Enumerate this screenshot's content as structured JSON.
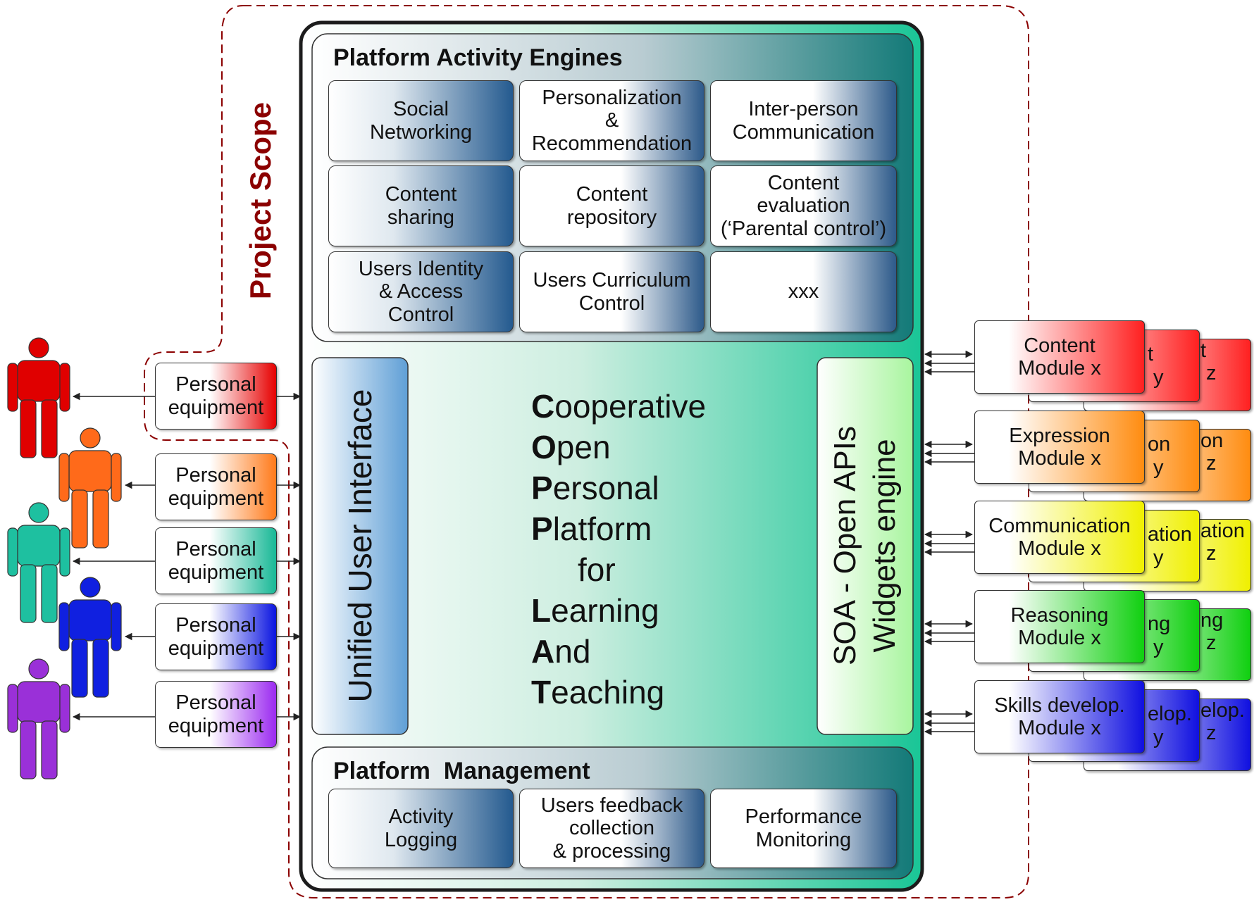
{
  "scope_label": "Project Scope",
  "activity_engines": {
    "title": "Platform Activity Engines",
    "items": [
      "Social\nNetworking",
      "Personalization\n&\nRecommendation",
      "Inter-person\nCommunication",
      "Content\nsharing",
      "Content\nrepository",
      "Content\nevaluation\n(‘Parental control’)",
      "Users Identity\n& Access\nControl",
      "Users Curriculum\nControl",
      "xxx"
    ]
  },
  "unified_ui": "Unified User Interface",
  "acronym": [
    {
      "initial": "C",
      "rest": "ooperative"
    },
    {
      "initial": "O",
      "rest": "pen"
    },
    {
      "initial": "P",
      "rest": "ersonal"
    },
    {
      "initial": "P",
      "rest": "latform"
    },
    {
      "initial": "",
      "rest": "for"
    },
    {
      "initial": "L",
      "rest": "earning"
    },
    {
      "initial": "A",
      "rest": "nd"
    },
    {
      "initial": "T",
      "rest": "eaching"
    }
  ],
  "soa": {
    "line1": "SOA - Open APIs",
    "line2": "Widgets engine"
  },
  "management": {
    "title": "Platform  Management",
    "items": [
      "Activity\nLogging",
      "Users feedback\ncollection\n& processing",
      "Performance\nMonitoring"
    ]
  },
  "equipment": [
    {
      "label": "Personal\nequipment",
      "color": "#e60000"
    },
    {
      "label": "Personal\nequipment",
      "color": "#ff7a1a"
    },
    {
      "label": "Personal\nequipment",
      "color": "#18b896"
    },
    {
      "label": "Personal\nequipment",
      "color": "#0a14e0"
    },
    {
      "label": "Personal\nequipment",
      "color": "#9b2af0"
    }
  ],
  "modules": [
    {
      "name": "Content",
      "x_label": "Module x",
      "y_frag": "t",
      "z_frag": "t",
      "suffix_y": "y",
      "suffix_z": "z",
      "color": "#ff2020"
    },
    {
      "name": "Expression",
      "x_label": "Module x",
      "y_frag": "on",
      "z_frag": "on",
      "suffix_y": "y",
      "suffix_z": "z",
      "color": "#ff8c10"
    },
    {
      "name": "Communication",
      "x_label": "Module x",
      "y_frag": "ation",
      "z_frag": "ation",
      "suffix_y": "y",
      "suffix_z": "z",
      "color": "#f0f000"
    },
    {
      "name": "Reasoning",
      "x_label": "Module x",
      "y_frag": "ng",
      "z_frag": "ng",
      "suffix_y": "y",
      "suffix_z": "z",
      "color": "#10d010"
    },
    {
      "name": "Skills develop.",
      "x_label": "Module x",
      "y_frag": "elop.",
      "z_frag": "elop.",
      "suffix_y": "y",
      "suffix_z": "z",
      "color": "#1010e0"
    }
  ],
  "person_colors": [
    "#e00000",
    "#ff6a1a",
    "#1ec0a0",
    "#1020e0",
    "#9a30d8"
  ]
}
